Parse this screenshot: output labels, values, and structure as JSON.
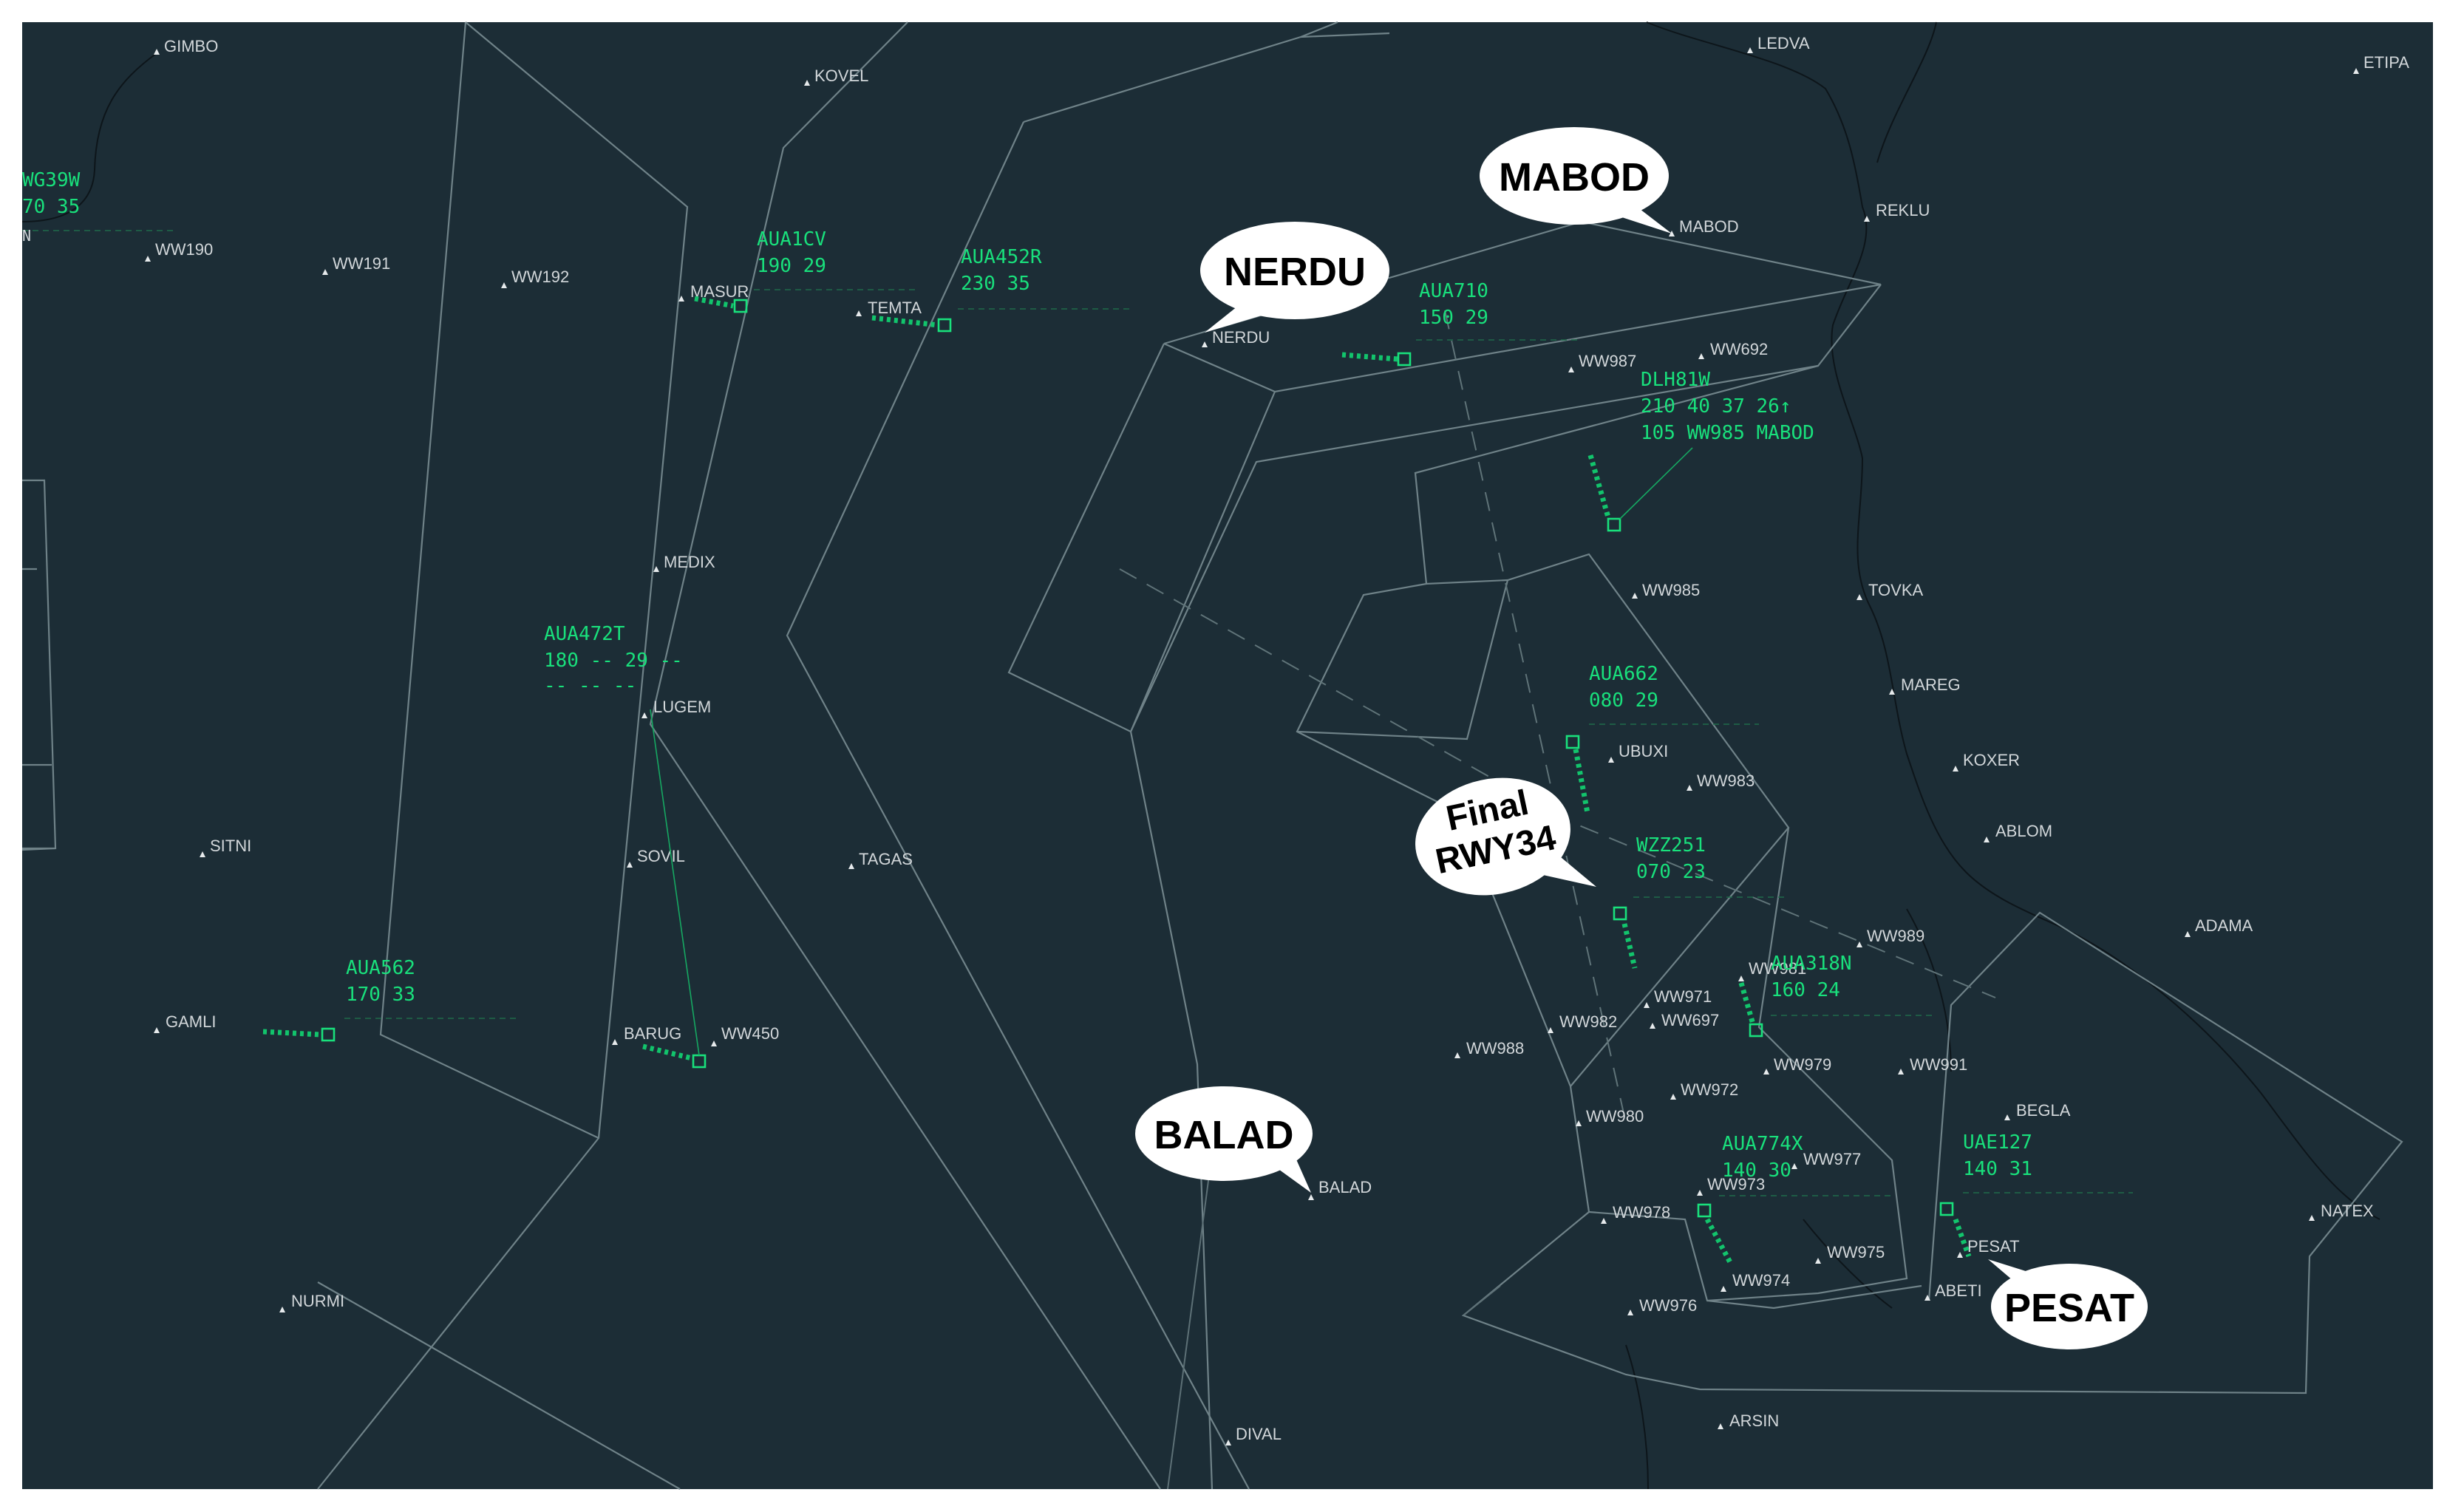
{
  "waypoints": [
    {
      "label": "GIMBO"
    },
    {
      "label": "KOVEL"
    },
    {
      "label": "LEDVA"
    },
    {
      "label": "ETIPA"
    },
    {
      "label": "WW190"
    },
    {
      "label": "WW191"
    },
    {
      "label": "WW192"
    },
    {
      "label": "MASUR"
    },
    {
      "label": "TEMTA"
    },
    {
      "label": "NERDU"
    },
    {
      "label": "MABOD"
    },
    {
      "label": "REKLU"
    },
    {
      "label": "WW987"
    },
    {
      "label": "WW692"
    },
    {
      "label": "MEDIX"
    },
    {
      "label": "WW985"
    },
    {
      "label": "TOVKA"
    },
    {
      "label": "LUGEM"
    },
    {
      "label": "MAREG"
    },
    {
      "label": "UBUXI"
    },
    {
      "label": "KOXER"
    },
    {
      "label": "WW983"
    },
    {
      "label": "ABLOM"
    },
    {
      "label": "SITNI"
    },
    {
      "label": "SOVIL"
    },
    {
      "label": "TAGAS"
    },
    {
      "label": "ADAMA"
    },
    {
      "label": "WW989"
    },
    {
      "label": "WW981"
    },
    {
      "label": "WW971"
    },
    {
      "label": "GAMLI"
    },
    {
      "label": "BARUG"
    },
    {
      "label": "WW450"
    },
    {
      "label": "WW982"
    },
    {
      "label": "WW697"
    },
    {
      "label": "WW988"
    },
    {
      "label": "WW979"
    },
    {
      "label": "WW991"
    },
    {
      "label": "WW972"
    },
    {
      "label": "BEGLA"
    },
    {
      "label": "WW980"
    },
    {
      "label": "WW977"
    },
    {
      "label": "WW973"
    },
    {
      "label": "BALAD"
    },
    {
      "label": "WW978"
    },
    {
      "label": "NATEX"
    },
    {
      "label": "PESAT"
    },
    {
      "label": "WW975"
    },
    {
      "label": "WW974"
    },
    {
      "label": "ABETI"
    },
    {
      "label": "NURMI"
    },
    {
      "label": "WW976"
    },
    {
      "label": "DIVAL"
    },
    {
      "label": "ARSIN"
    }
  ],
  "flights": [
    {
      "lines": [
        "WG39W",
        "70      35",
        "N"
      ]
    },
    {
      "lines": [
        "AUA1CV",
        "190     29"
      ]
    },
    {
      "lines": [
        "AUA452R",
        "230     35"
      ]
    },
    {
      "lines": [
        "AUA710",
        "150     29"
      ]
    },
    {
      "lines": [
        "DLH81W",
        "210 40  37 26↑",
        "105 WW985 MABOD"
      ]
    },
    {
      "lines": [
        "AUA472T",
        "180 --  29 --",
        "--  --    --"
      ]
    },
    {
      "lines": [
        "AUA662",
        "080     29"
      ]
    },
    {
      "lines": [
        "WZZ251",
        "070     23"
      ]
    },
    {
      "lines": [
        "AUA318N",
        "160     24"
      ]
    },
    {
      "lines": [
        "AUA562",
        "170     33"
      ]
    },
    {
      "lines": [
        "AUA774X",
        "140     30"
      ]
    },
    {
      "lines": [
        "UAE127",
        "140     31"
      ]
    }
  ],
  "callouts": [
    {
      "lines": [
        "MABOD"
      ]
    },
    {
      "lines": [
        "NERDU"
      ]
    },
    {
      "lines": [
        "Final",
        "RWY34"
      ]
    },
    {
      "lines": [
        "BALAD"
      ]
    },
    {
      "lines": [
        "PESAT"
      ]
    }
  ],
  "colors": {
    "background": "#1c2d36",
    "datablock": "#19e07c",
    "waypoint_label": "#d2d7da",
    "sector_line": "#6f8288",
    "callout_bubble": "#ffffff"
  }
}
